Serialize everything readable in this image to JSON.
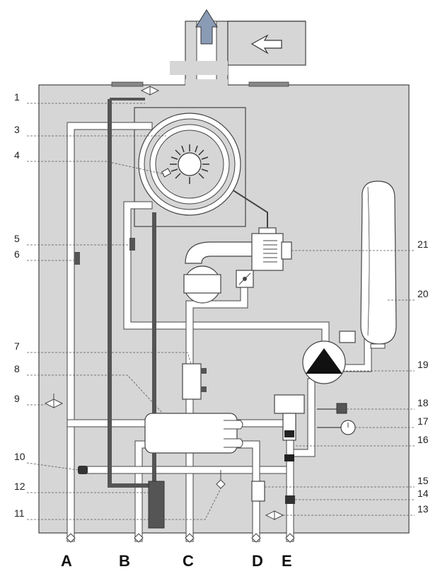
{
  "callouts": {
    "c1": "1",
    "c3": "3",
    "c4": "4",
    "c5": "5",
    "c6": "6",
    "c7": "7",
    "c8": "8",
    "c9": "9",
    "c10": "10",
    "c12": "12",
    "c11": "11",
    "c21": "21",
    "c20": "20",
    "c19": "19",
    "c18": "18",
    "c17": "17",
    "c16": "16",
    "c15": "15",
    "c14": "14",
    "c13": "13"
  },
  "connections": {
    "a": "A",
    "b": "B",
    "c": "C",
    "d": "D",
    "e": "E"
  },
  "colors": {
    "casing": "#d6d6d6",
    "outline": "#444444",
    "pipe": "#ffffff",
    "dark_pipe": "#555555",
    "arrow": "#8a9bb5"
  }
}
